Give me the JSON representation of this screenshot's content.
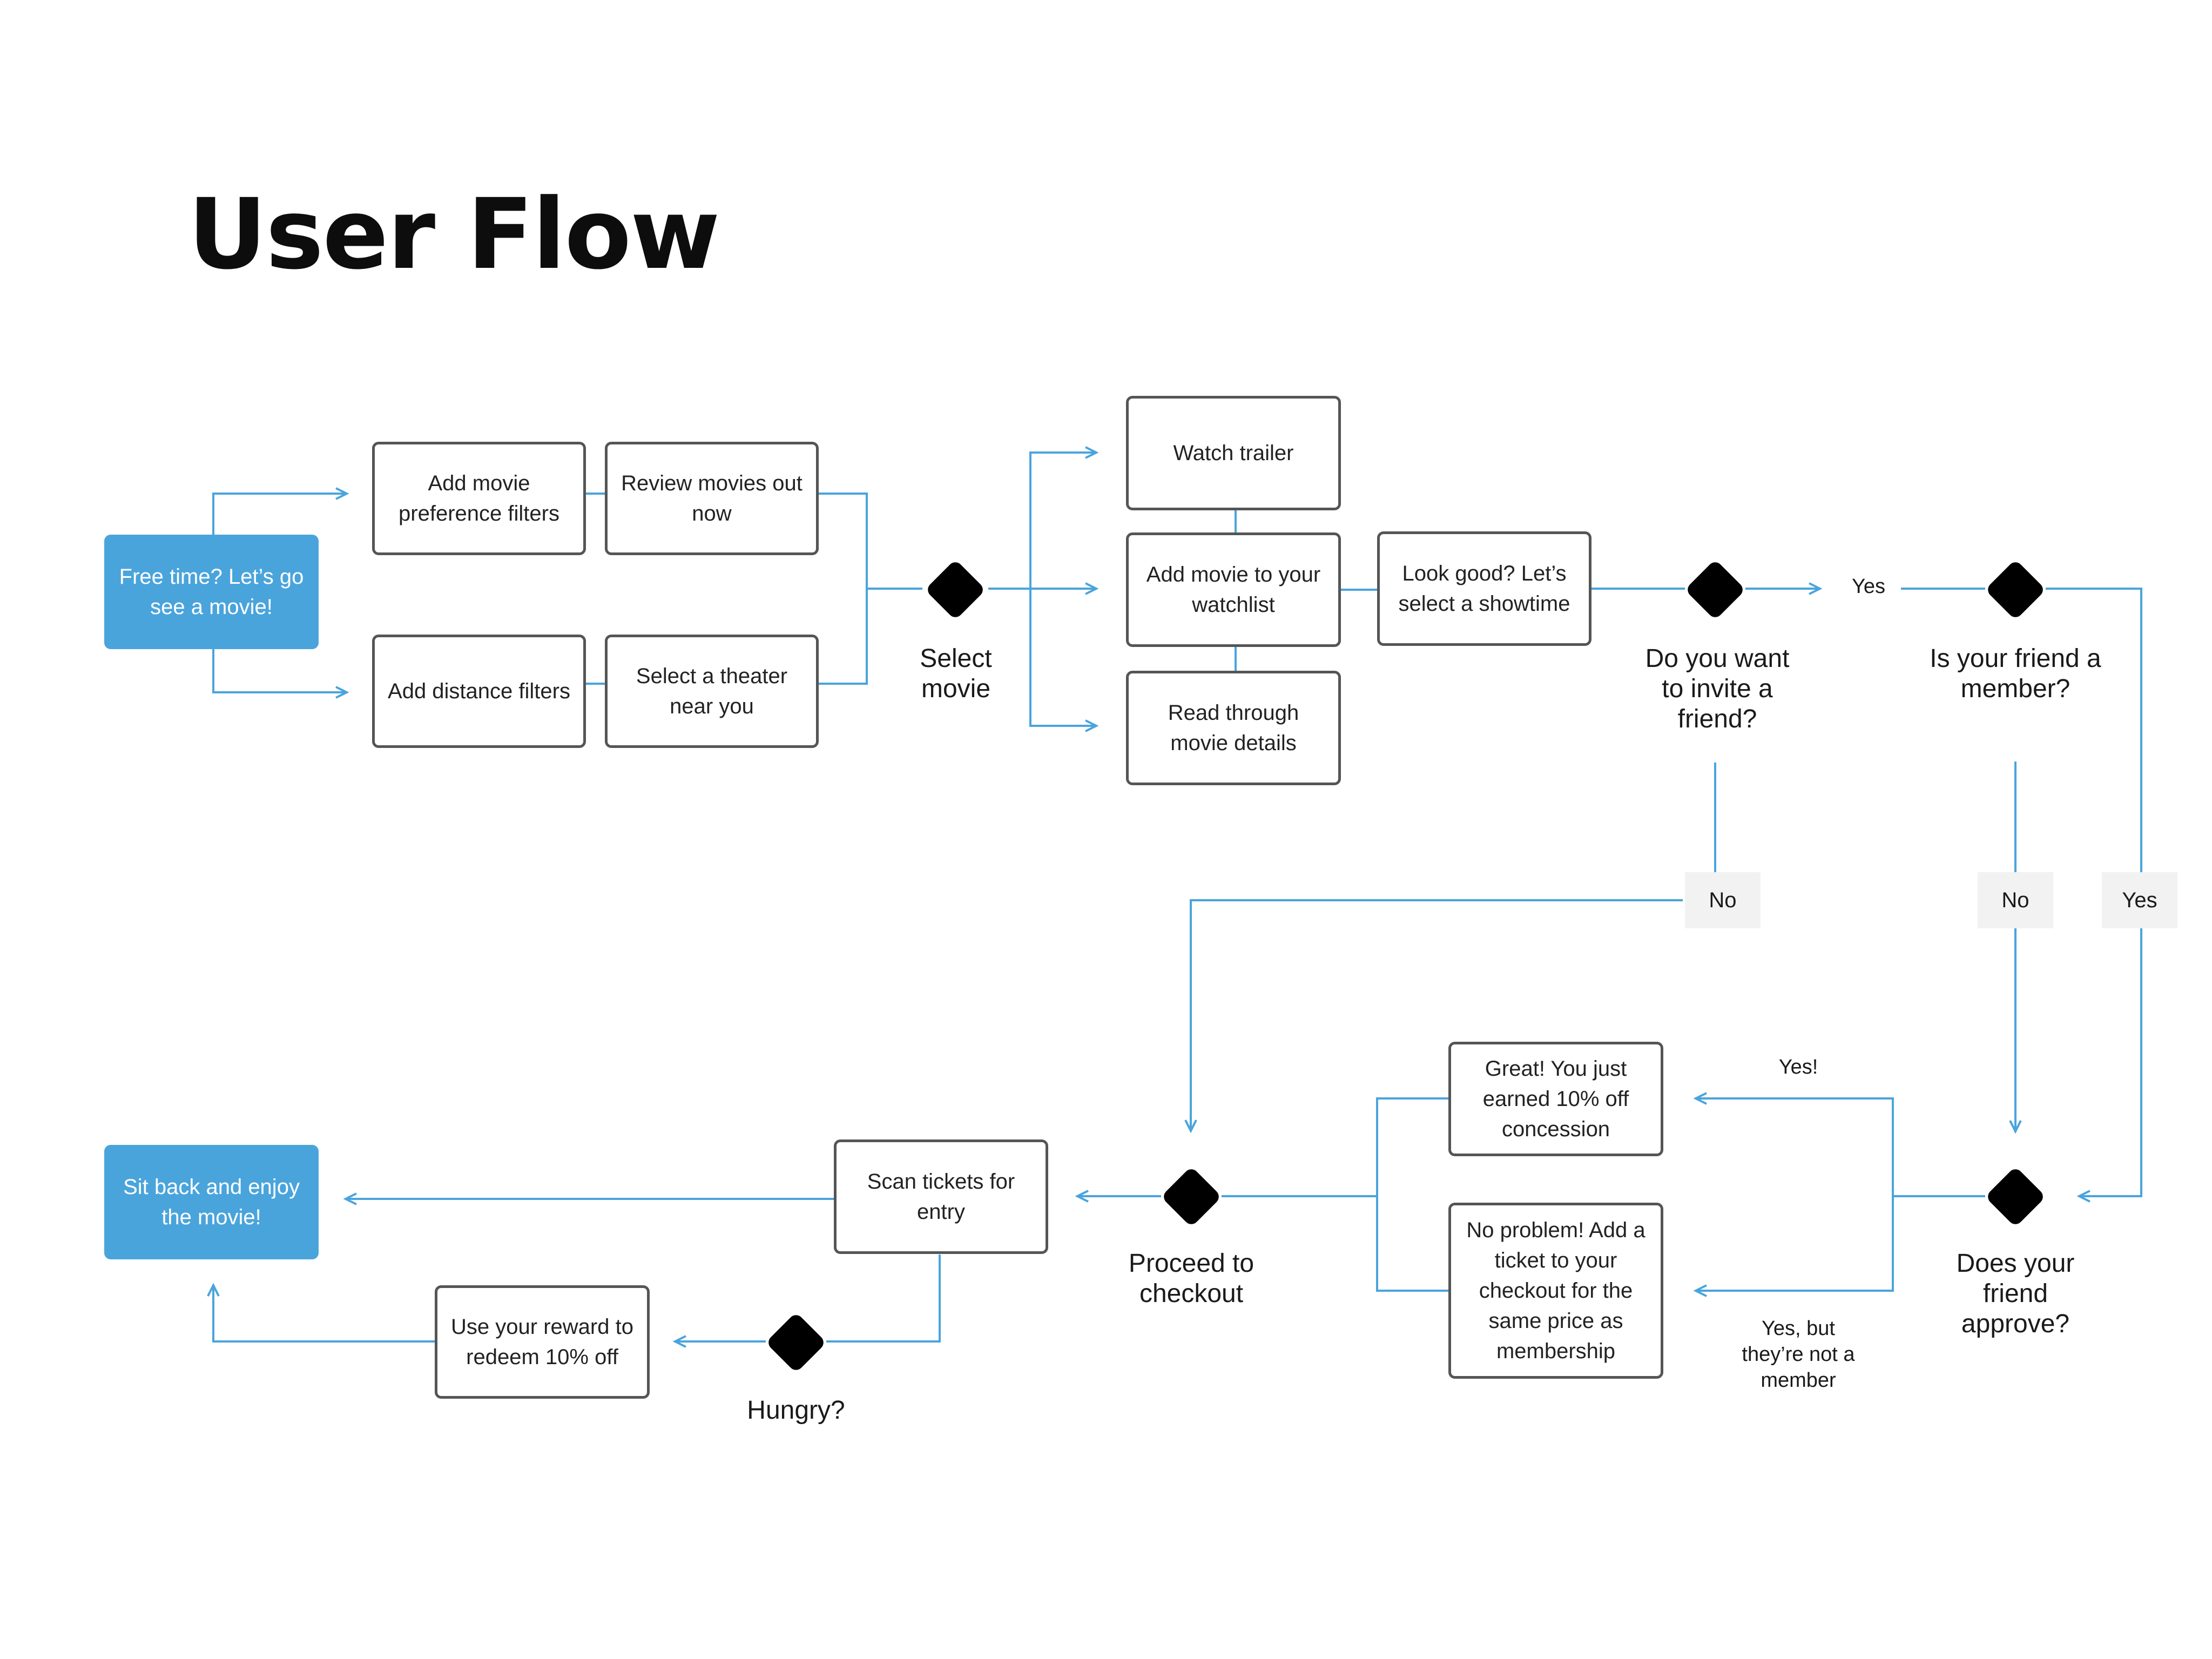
{
  "title": "User Flow",
  "colors": {
    "connector": "#4aa4dc",
    "terminal": "#4aa4dc",
    "decision": "#000000",
    "box_border": "#555555"
  },
  "nodes": {
    "start": "Free time? Let’s go see a movie!",
    "add_pref": "Add movie preference filters",
    "review": "Review movies out now",
    "add_dist": "Add distance filters",
    "select_theater": "Select a theater near you",
    "watch_trailer": "Watch trailer",
    "add_watchlist": "Add movie to your watchlist",
    "read_details": "Read through movie details",
    "look_good": "Look good? Let’s select a showtime",
    "great": "Great! You just earned 10% off concession",
    "no_problem": "No problem! Add a ticket to your checkout for the same price as membership",
    "scan": "Scan tickets for entry",
    "reward": "Use your reward to redeem 10% off",
    "end": "Sit back and enjoy the movie!"
  },
  "decisions": {
    "select_movie": "Select movie",
    "invite": "Do you want to invite a friend?",
    "member": "Is your friend a member?",
    "approve": "Does your friend approve?",
    "checkout": "Proceed to checkout",
    "hungry": "Hungry?"
  },
  "edge_labels": {
    "invite_yes": "Yes",
    "invite_no": "No",
    "member_no": "No",
    "member_yes": "Yes",
    "approve_yes": "Yes!",
    "approve_not_member": "Yes, but they’re not a member"
  }
}
